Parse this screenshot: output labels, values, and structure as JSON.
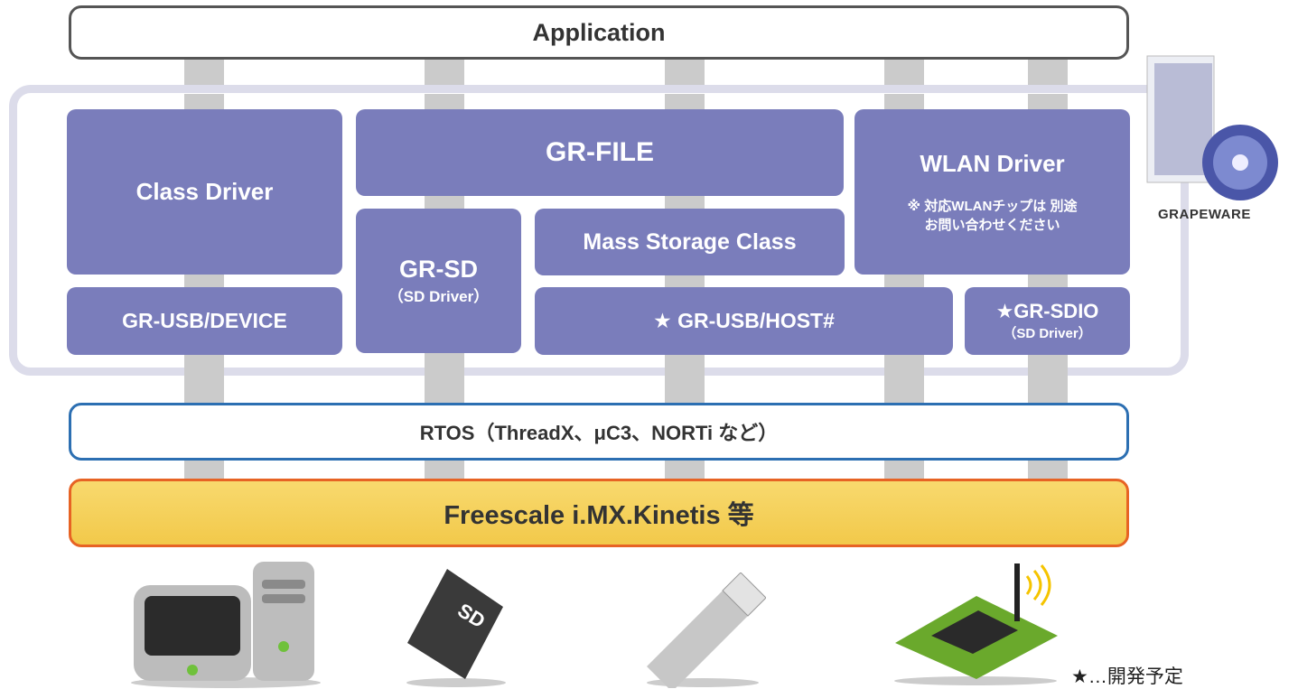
{
  "application": "Application",
  "class_driver": "Class Driver",
  "gr_file": "GR-FILE",
  "wlan_driver": "WLAN Driver",
  "wlan_note_1": "※ 対応WLANチップは 別途",
  "wlan_note_2": "お問い合わせください",
  "gr_sd": "GR-SD",
  "gr_sd_sub": "（SD Driver）",
  "mass_storage": "Mass Storage Class",
  "gr_usb_device": "GR-USB/DEVICE",
  "gr_usb_host": "★ GR-USB/HOST#",
  "gr_sdio": "★GR-SDIO",
  "gr_sdio_sub": "（SD Driver）",
  "rtos": "RTOS（ThreadX、μC3、NORTi など）",
  "cpu": "Freescale i.MX.Kinetis 等",
  "logo_label": "GRAPEWARE",
  "legend_note": "★…開発予定",
  "colors": {
    "driver_box": "#7a7dbb",
    "rtos_border": "#2c6fb2",
    "cpu_fill": "#f2c94a",
    "cpu_border": "#e76324"
  }
}
